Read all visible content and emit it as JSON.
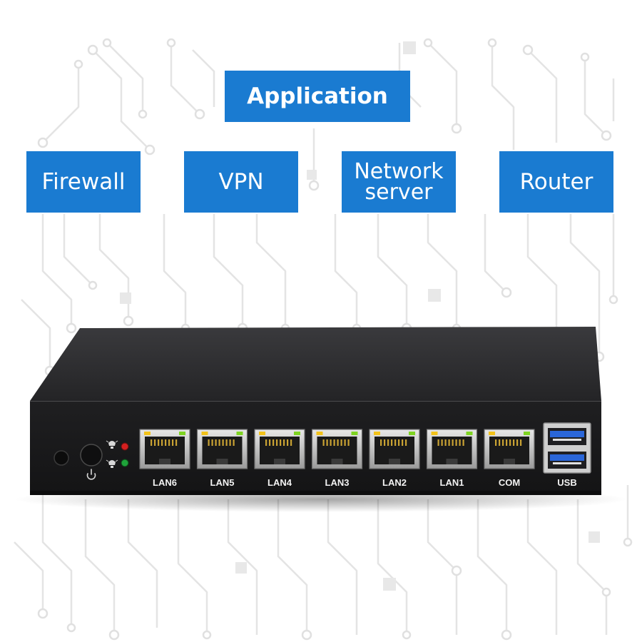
{
  "title": "Application",
  "applications": [
    {
      "line1": "Firewall",
      "line2": ""
    },
    {
      "line1": "VPN",
      "line2": ""
    },
    {
      "line1": "Network",
      "line2": "server"
    },
    {
      "line1": "Router",
      "line2": ""
    }
  ],
  "ports": [
    "LAN6",
    "LAN5",
    "LAN4",
    "LAN3",
    "LAN2",
    "LAN1",
    "COM"
  ],
  "usb_label": "USB",
  "colors": {
    "tile_blue": "#1a7bd1",
    "device_black": "#1b1b1d",
    "led_red": "#d42020",
    "led_green": "#1fa33a",
    "usb_blue": "#2a66d9"
  },
  "icons": [
    "power-icon",
    "drive-activity-icon",
    "power-led-icon"
  ]
}
